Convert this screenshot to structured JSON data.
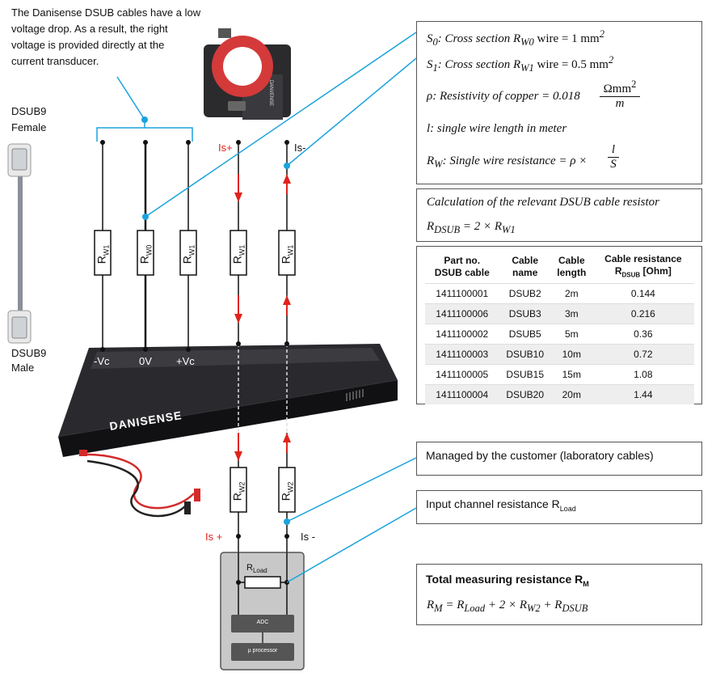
{
  "intro_text": [
    "The Danisense DSUB cables have a low",
    "voltage drop. As a result, the right",
    "voltage is provided directly at the",
    "current transducer."
  ],
  "dsub9_female": [
    "DSUB9",
    "Female"
  ],
  "dsub9_male": [
    "DSUB9",
    "Male"
  ],
  "terminals": {
    "minus_vc": "-Vc",
    "zero_v": "0V",
    "plus_vc": "+Vc"
  },
  "currents": {
    "is_plus_top": "Is+",
    "is_minus_top": "Is-",
    "is_plus_bottom": "Is +",
    "is_minus_bottom": "Is -"
  },
  "resistors": {
    "rw1": "R",
    "rw1_sub": "W1",
    "rw0": "R",
    "rw0_sub": "W0",
    "rw2": "R",
    "rw2_sub": "W2",
    "rload": "R",
    "rload_sub": "Load"
  },
  "device_brand": "DANISENSE",
  "device_text": "DANI/ENSE",
  "instrument": {
    "adc": "ADC",
    "processor": "µ processor"
  },
  "definitions": {
    "s0": "S",
    "s0_sub": "0",
    "s0_text": ": Cross section R",
    "s0_wsub": "W0",
    "s0_tail": " wire = 1 mm",
    "s1": "S",
    "s1_sub": "1",
    "s1_text": ": Cross section R",
    "s1_wsub": "W1",
    "s1_tail": " wire = 0.5 mm",
    "sq": "2",
    "rho_text": "ρ: Resistivity of copper = 0.018",
    "rho_num": "Ωmm",
    "rho_den": "m",
    "l_text": "l: single wire length in meter",
    "rw_text": "R",
    "rw_sub": "W",
    "rw_tail": ": Single wire resistance = ρ ×",
    "rw_num": "l",
    "rw_den": "S"
  },
  "calc_box": {
    "title": "Calculation of the relevant DSUB cable resistor",
    "formula_lhs": "R",
    "formula_lhs_sub": "DSUB",
    "formula_rhs": " = 2 × R",
    "formula_rhs_sub": "W1"
  },
  "table": {
    "headers": [
      [
        "Part no.",
        "DSUB cable"
      ],
      [
        "Cable",
        "name"
      ],
      [
        "Cable",
        "length"
      ],
      [
        "Cable resistance",
        "R",
        "DSUB",
        " [Ohm]"
      ]
    ],
    "rows": [
      [
        "1411100001",
        "DSUB2",
        "2m",
        "0.144"
      ],
      [
        "1411100006",
        "DSUB3",
        "3m",
        "0.216"
      ],
      [
        "1411100002",
        "DSUB5",
        "5m",
        "0.36"
      ],
      [
        "1411100003",
        "DSUB10",
        "10m",
        "0.72"
      ],
      [
        "1411100005",
        "DSUB15",
        "15m",
        "1.08"
      ],
      [
        "1411100004",
        "DSUB20",
        "20m",
        "1.44"
      ]
    ]
  },
  "customer_box": "Managed by the customer (laboratory cables)",
  "input_box": {
    "text": "Input channel resistance R",
    "sub": "Load"
  },
  "total_box": {
    "title": "Total measuring resistance R",
    "title_sub": "M",
    "lhs": "R",
    "lhs_sub": "M",
    "eq": " = R",
    "eq_sub": "Load",
    "mid": " + 2 × R",
    "mid_sub": "W2",
    "end": " + R",
    "end_sub": "DSUB"
  },
  "colors": {
    "connector_blue": "#1aa3dd",
    "arrow_red": "#e0231b",
    "device_dark": "#1e1e22",
    "instrument_gray": "#c8c8c8"
  }
}
